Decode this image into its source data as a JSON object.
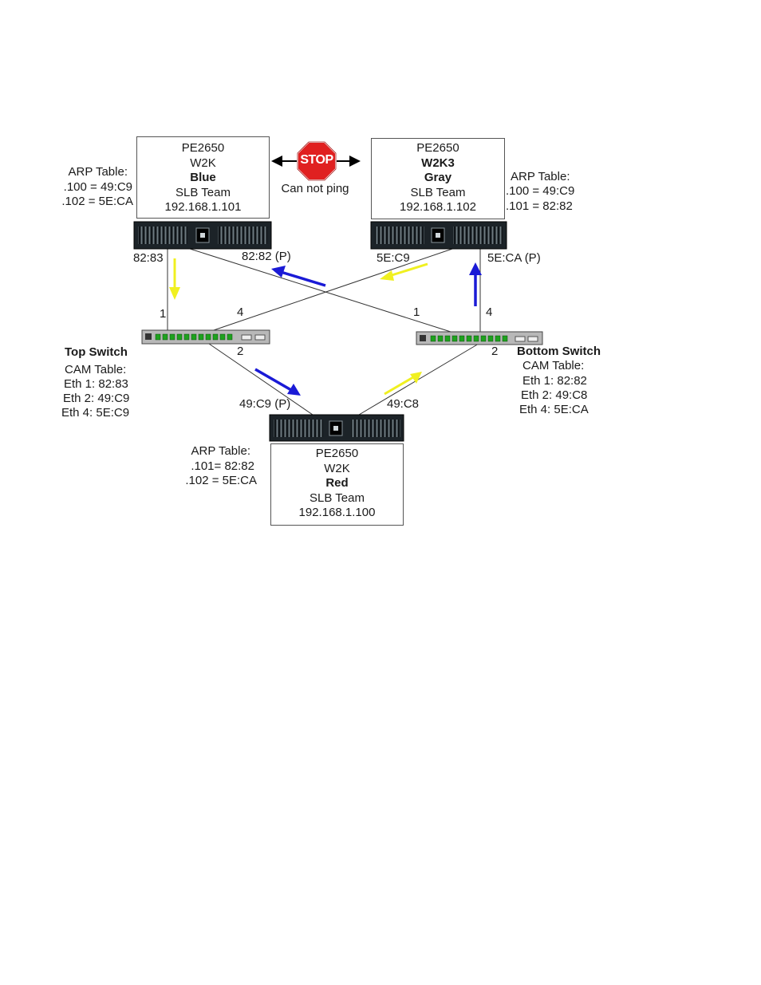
{
  "servers": {
    "blue": {
      "model": "PE2650",
      "os": "W2K",
      "name": "Blue",
      "team": "SLB Team",
      "ip": "192.168.1.101"
    },
    "gray": {
      "model": "PE2650",
      "os": "W2K3",
      "name": "Gray",
      "team": "SLB Team",
      "ip": "192.168.1.102"
    },
    "red": {
      "model": "PE2650",
      "os": "W2K",
      "name": "Red",
      "team": "SLB Team",
      "ip": "192.168.1.100"
    }
  },
  "arp_tables": {
    "blue": {
      "title": "ARP Table:",
      "entries": [
        ".100 = 49:C9",
        ".102 = 5E:CA"
      ]
    },
    "gray": {
      "title": "ARP Table:",
      "entries": [
        ".100 = 49:C9",
        ".101 = 82:82"
      ]
    },
    "red": {
      "title": "ARP Table:",
      "entries": [
        ".101= 82:82",
        ".102 = 5E:CA"
      ]
    }
  },
  "stop": {
    "sign_text": "STOP",
    "caption": "Can not ping"
  },
  "ports": {
    "blue_left": "82:83",
    "blue_right": "82:82 (P)",
    "gray_left": "5E:C9",
    "gray_right": "5E:CA (P)",
    "red_left": "49:C9 (P)",
    "red_right": "49:C8"
  },
  "switch_ports": {
    "top_1": "1",
    "top_4": "4",
    "top_2": "2",
    "bottom_1": "1",
    "bottom_4": "4",
    "bottom_2": "2"
  },
  "switches": {
    "top": {
      "name": "Top Switch",
      "cam_title": "CAM Table:",
      "entries": [
        "Eth 1: 82:83",
        "Eth 2: 49:C9",
        "Eth 4: 5E:C9"
      ]
    },
    "bottom": {
      "name": "Bottom Switch",
      "cam_title": "CAM Table:",
      "entries": [
        "Eth 1: 82:82",
        "Eth 2: 49:C8",
        "Eth 4: 5E:CA"
      ]
    }
  },
  "colors": {
    "primary_arrow": "#1a1ad6",
    "secondary_arrow": "#f0f020",
    "stop_red": "#e02020",
    "server_body": "#1c2328",
    "switch_body": "#b8b8b8",
    "switch_port": "#1ea21e"
  }
}
